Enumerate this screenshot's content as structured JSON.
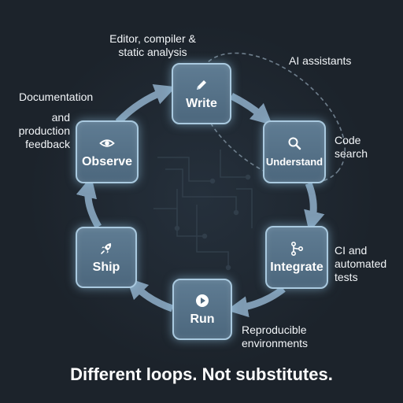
{
  "diagram": {
    "nodes": [
      {
        "id": "write",
        "label": "Write",
        "icon": "pencil-icon"
      },
      {
        "id": "understand",
        "label": "Understand",
        "icon": "magnifier-icon"
      },
      {
        "id": "integrate",
        "label": "Integrate",
        "icon": "git-merge-icon"
      },
      {
        "id": "run",
        "label": "Run",
        "icon": "play-icon"
      },
      {
        "id": "ship",
        "label": "Ship",
        "icon": "rocket-icon"
      },
      {
        "id": "observe",
        "label": "Observe",
        "icon": "eye-icon"
      }
    ],
    "edges": [
      {
        "from": "write",
        "to": "understand"
      },
      {
        "from": "understand",
        "to": "integrate"
      },
      {
        "from": "integrate",
        "to": "run"
      },
      {
        "from": "run",
        "to": "ship"
      },
      {
        "from": "ship",
        "to": "observe"
      },
      {
        "from": "observe",
        "to": "write"
      }
    ],
    "annotations": {
      "editor": [
        "Editor, compiler &",
        "static analysis"
      ],
      "ai": "AI assistants",
      "documentation": "Documentation",
      "production": [
        "and",
        "production",
        "feedback"
      ],
      "code_search": [
        "Code",
        "search"
      ],
      "ci": [
        "CI and",
        "automated",
        "tests"
      ],
      "reproducible": [
        "Reproducible",
        "environments"
      ]
    },
    "tagline": "Different loops. Not substitutes."
  },
  "colors": {
    "background": "#1c232b",
    "node_fill": "#557087",
    "node_border": "#a9c9df",
    "arrow": "#7f9bb3",
    "text": "#ffffff"
  }
}
